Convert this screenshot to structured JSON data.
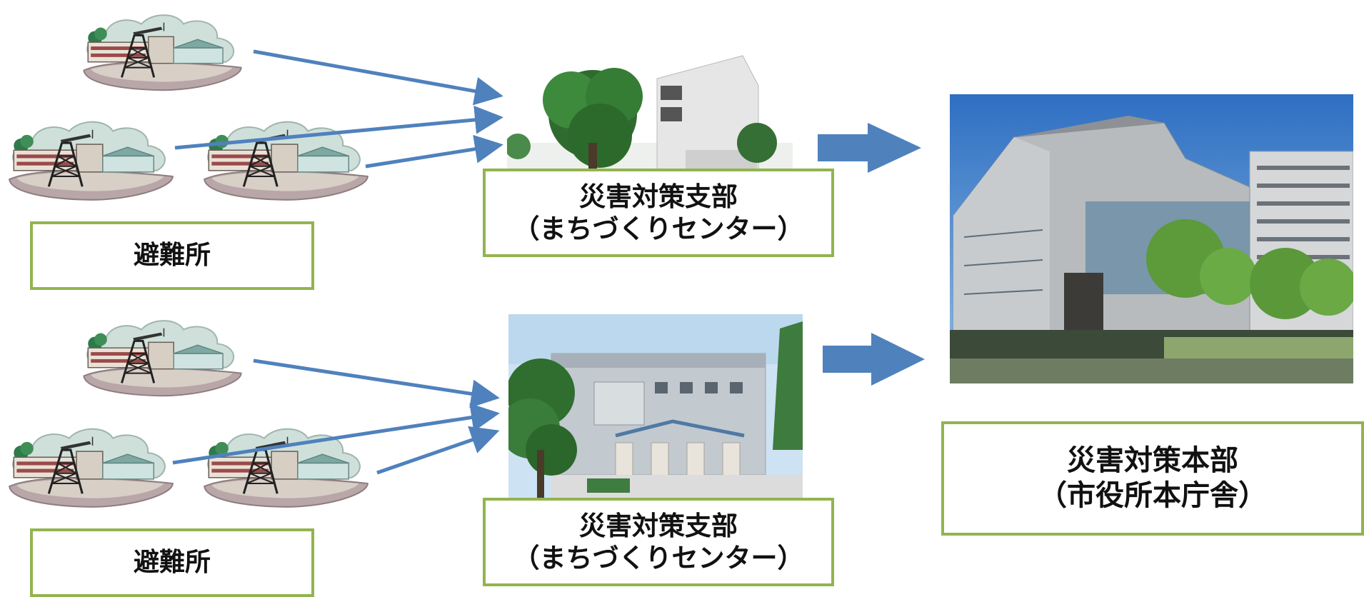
{
  "shelter_label": "避難所",
  "branch_label": {
    "line1": "災害対策支部",
    "line2": "（まちづくりセンター）"
  },
  "hq_label": {
    "line1": "災害対策本部",
    "line2": "（市役所本庁舎）"
  },
  "colors": {
    "box_border": "#92b44f",
    "arrow": "#4f81bd"
  },
  "icons": [
    "school-building-illustration",
    "photo-branch-upper",
    "photo-branch-lower",
    "photo-city-hall"
  ]
}
